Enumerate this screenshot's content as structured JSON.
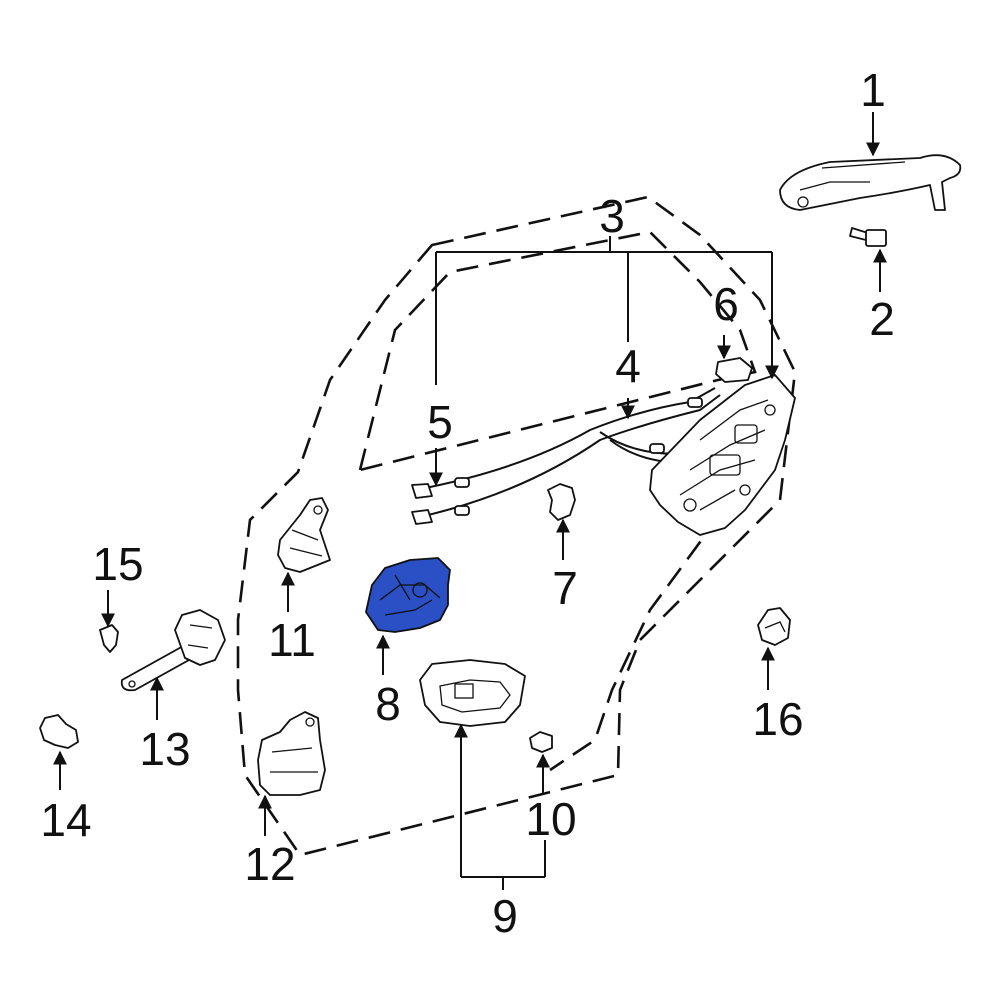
{
  "colors": {
    "highlight": "#2b4fc4",
    "line": "#111111",
    "background": "#ffffff"
  },
  "callouts": [
    {
      "id": "c1",
      "label": "1"
    },
    {
      "id": "c2",
      "label": "2"
    },
    {
      "id": "c3",
      "label": "3"
    },
    {
      "id": "c4",
      "label": "4"
    },
    {
      "id": "c5",
      "label": "5"
    },
    {
      "id": "c6",
      "label": "6"
    },
    {
      "id": "c7",
      "label": "7"
    },
    {
      "id": "c8",
      "label": "8"
    },
    {
      "id": "c9",
      "label": "9"
    },
    {
      "id": "c10",
      "label": "10"
    },
    {
      "id": "c11",
      "label": "11"
    },
    {
      "id": "c12",
      "label": "12"
    },
    {
      "id": "c13",
      "label": "13"
    },
    {
      "id": "c14",
      "label": "14"
    },
    {
      "id": "c15",
      "label": "15"
    },
    {
      "id": "c16",
      "label": "16"
    }
  ]
}
